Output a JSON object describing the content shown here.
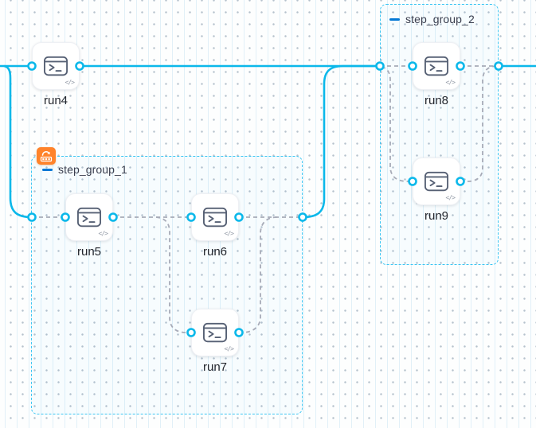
{
  "app": "pipeline-studio-canvas",
  "colors": {
    "execution_edge": "#0bb8ea",
    "inactive_edge": "#a7abb8",
    "group_border": "#3dc6f3",
    "collapse_blue": "#0278d5",
    "looping_badge_orange": "#ff832b",
    "node_icon_slate": "#566074",
    "node_label": "#23262d",
    "group_label": "#3a3e4e"
  },
  "nodes": {
    "run4": {
      "label": "run4",
      "type": "run-step",
      "icon": "terminal-icon",
      "corner_icon": "code-icon",
      "corner_glyph": "</>"
    },
    "run5": {
      "label": "run5",
      "type": "run-step",
      "icon": "terminal-icon",
      "corner_icon": "code-icon",
      "corner_glyph": "</>"
    },
    "run6": {
      "label": "run6",
      "type": "run-step",
      "icon": "terminal-icon",
      "corner_icon": "code-icon",
      "corner_glyph": "</>"
    },
    "run7": {
      "label": "run7",
      "type": "run-step",
      "icon": "terminal-icon",
      "corner_icon": "code-icon",
      "corner_glyph": "</>"
    },
    "run8": {
      "label": "run8",
      "type": "run-step",
      "icon": "terminal-icon",
      "corner_icon": "code-icon",
      "corner_glyph": "</>"
    },
    "run9": {
      "label": "run9",
      "type": "run-step",
      "icon": "terminal-icon",
      "corner_icon": "code-icon",
      "corner_glyph": "</>"
    }
  },
  "groups": {
    "step_group_1": {
      "label": "step_group_1",
      "collapsible": true,
      "has_looping_badge": true,
      "children": [
        "run5",
        "run6",
        "run7"
      ]
    },
    "step_group_2": {
      "label": "step_group_2",
      "collapsible": true,
      "has_looping_badge": false,
      "children": [
        "run8",
        "run9"
      ]
    }
  },
  "edges": [
    {
      "from": "canvas-left",
      "to": "run4",
      "style": "solid"
    },
    {
      "from": "canvas-left",
      "to": "step_group_1.entry",
      "style": "solid"
    },
    {
      "from": "run4",
      "to": "step_group_2.entry",
      "style": "solid"
    },
    {
      "from": "step_group_1.exit",
      "to": "step_group_2.entry",
      "style": "solid"
    },
    {
      "from": "step_group_2.exit",
      "to": "canvas-right",
      "style": "solid"
    },
    {
      "from": "step_group_1.entry",
      "to": "run5",
      "style": "dashed"
    },
    {
      "from": "run5",
      "to": "run6",
      "style": "dashed"
    },
    {
      "from": "run5",
      "to": "run7",
      "style": "dashed"
    },
    {
      "from": "run6",
      "to": "step_group_1.exit",
      "style": "dashed"
    },
    {
      "from": "run7",
      "to": "step_group_1.exit",
      "style": "dashed"
    },
    {
      "from": "step_group_2.entry",
      "to": "run8",
      "style": "dashed"
    },
    {
      "from": "step_group_2.entry",
      "to": "run9",
      "style": "dashed"
    },
    {
      "from": "run8",
      "to": "step_group_2.exit",
      "style": "dashed"
    },
    {
      "from": "run9",
      "to": "step_group_2.exit",
      "style": "dashed"
    }
  ]
}
